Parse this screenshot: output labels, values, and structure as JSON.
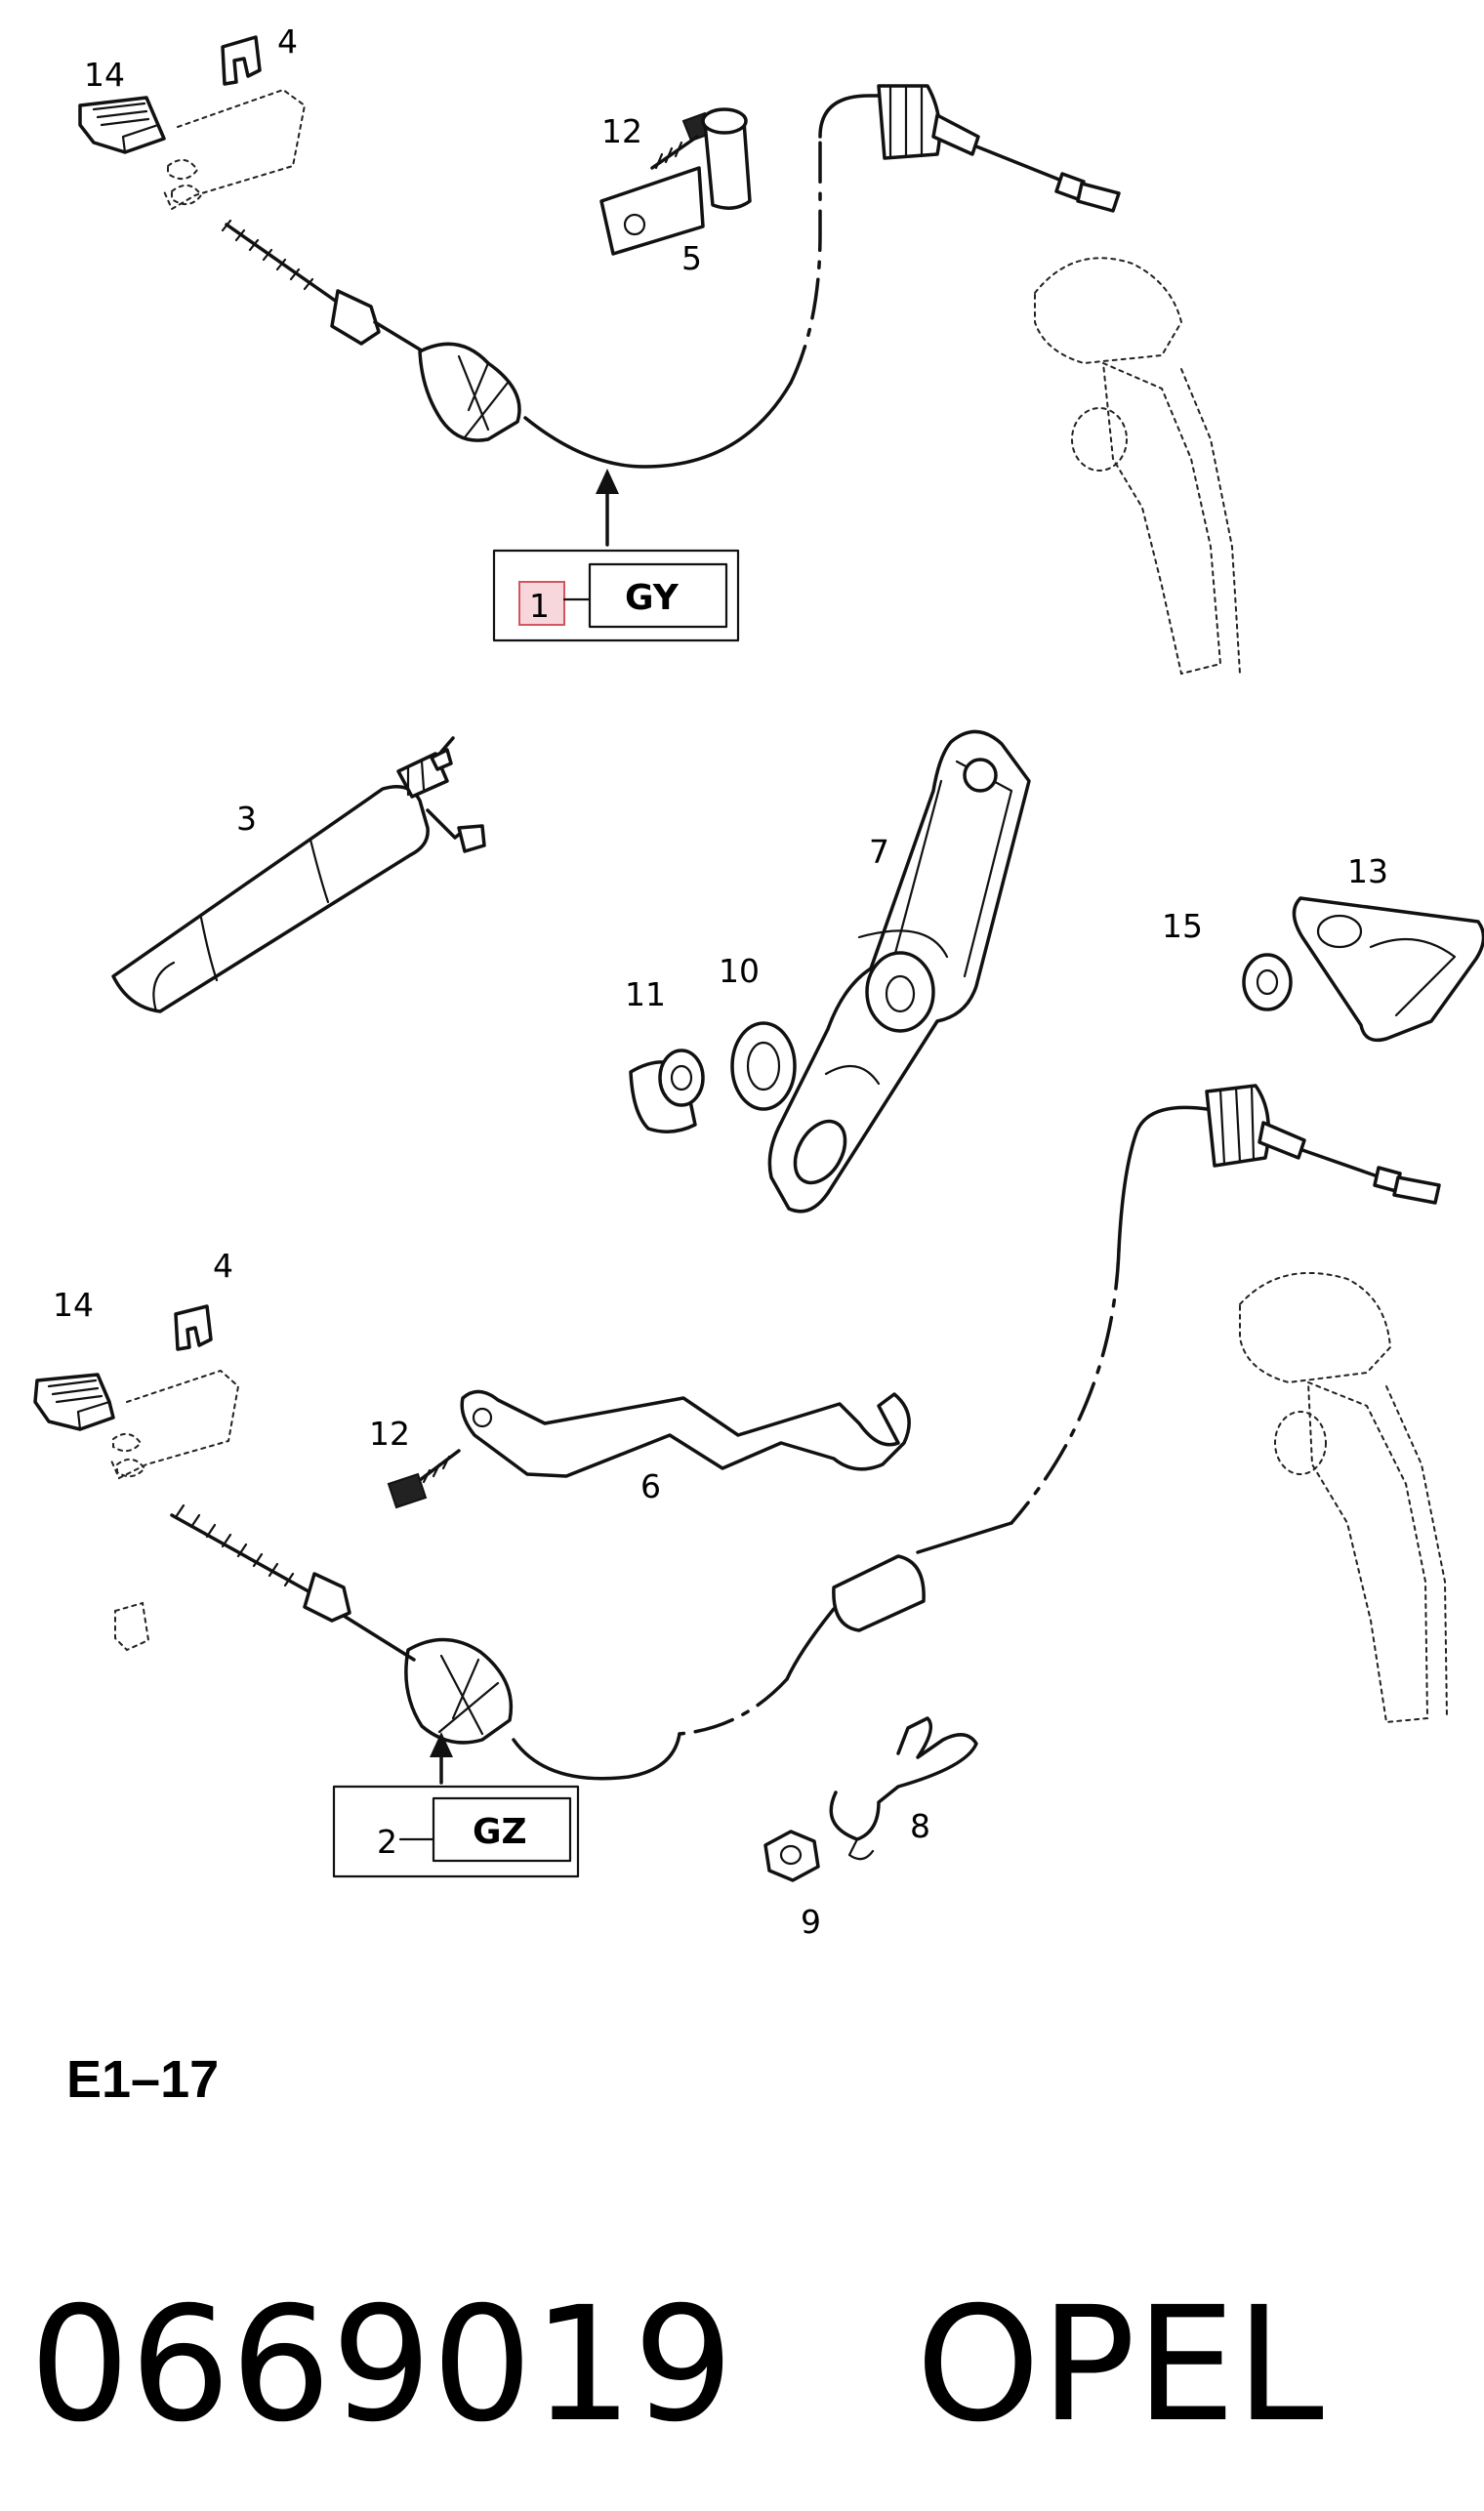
{
  "callouts": {
    "c14a": "14",
    "c4a": "4",
    "c12a": "12",
    "c5": "5",
    "c1": "1",
    "c3": "3",
    "c7": "7",
    "c11": "11",
    "c10": "10",
    "c15": "15",
    "c13": "13",
    "c14b": "14",
    "c4b": "4",
    "c12b": "12",
    "c6": "6",
    "c2": "2",
    "c8": "8",
    "c9": "9"
  },
  "codes": {
    "cable_1": "GY",
    "cable_2": "GZ"
  },
  "diagram_ref": "E1–17",
  "part_number": "0669019",
  "brand": "OPEL",
  "colors": {
    "highlight_fill": "#f8d7dc",
    "highlight_stroke": "#d2555f",
    "ink": "#111111"
  }
}
